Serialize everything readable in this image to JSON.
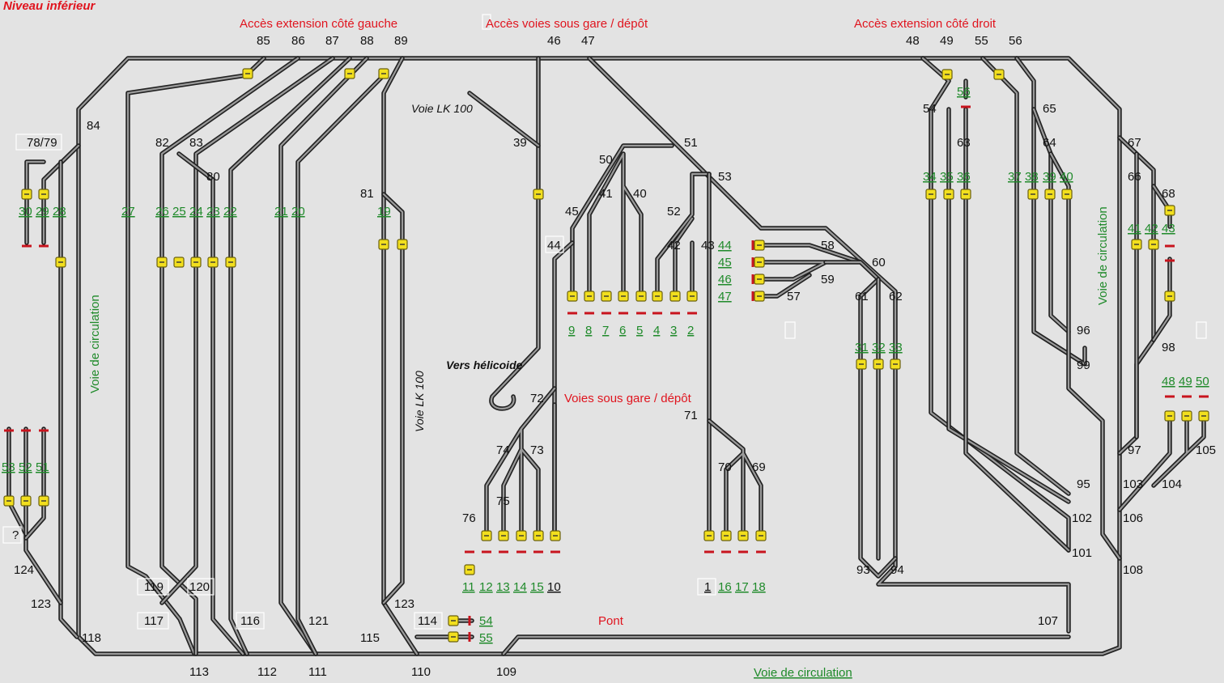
{
  "title": "Niveau inférieur",
  "headings": {
    "left_access": "Accès extension côté gauche",
    "center_access": "Accès voies sous gare / dépôt",
    "right_access": "Accès extension côté droit",
    "voies_sous_gare": "Voies sous gare / dépôt",
    "pont": "Pont"
  },
  "annotations": {
    "voie_lk100_top": "Voie LK 100",
    "voie_lk100_vertical": "Voie LK 100",
    "vers_helicoide": "Vers hélicoide",
    "voie_circulation_left": "Voie de circulation",
    "voie_circulation_right": "Voie de circulation",
    "voie_circulation_bottom": "Voie de circulation"
  },
  "colors": {
    "background": "#e3e3e3",
    "track": "#222222",
    "heading": "#e0141e",
    "signal_label": "#1f8a2a",
    "buffer": "#c8141e",
    "signal": "#f2df1e"
  },
  "turnout_numbers": [
    "85",
    "86",
    "87",
    "88",
    "89",
    "46",
    "47",
    "48",
    "49",
    "55",
    "56",
    "84",
    "78/79",
    "82",
    "83",
    "80",
    "39",
    "51",
    "50",
    "41",
    "40",
    "53",
    "81",
    "45",
    "52",
    "44",
    "42",
    "43",
    "58",
    "59",
    "57",
    "60",
    "61",
    "62",
    "54",
    "63",
    "65",
    "64",
    "67",
    "66",
    "68",
    "96",
    "99",
    "98",
    "97",
    "103",
    "104",
    "105",
    "95",
    "102",
    "101",
    "106",
    "108",
    "107",
    "93",
    "94",
    "72",
    "74",
    "73",
    "75",
    "76",
    "71",
    "70",
    "69",
    "119",
    "120",
    "117",
    "116",
    "121",
    "123",
    "115",
    "114",
    "118",
    "124",
    "?",
    "113",
    "112",
    "111",
    "110",
    "109"
  ],
  "track_numbers": [
    "30",
    "29",
    "28",
    "27",
    "26",
    "25",
    "24",
    "23",
    "22",
    "21",
    "20",
    "19",
    "9",
    "8",
    "7",
    "6",
    "5",
    "4",
    "3",
    "2",
    "44",
    "45",
    "46",
    "47",
    "34",
    "35",
    "36",
    "56",
    "37",
    "38",
    "39",
    "40",
    "41",
    "42",
    "43",
    "31",
    "32",
    "33",
    "48",
    "49",
    "50",
    "53",
    "52",
    "51",
    "11",
    "12",
    "13",
    "14",
    "15",
    "10",
    "1",
    "16",
    "17",
    "18",
    "54",
    "55"
  ]
}
